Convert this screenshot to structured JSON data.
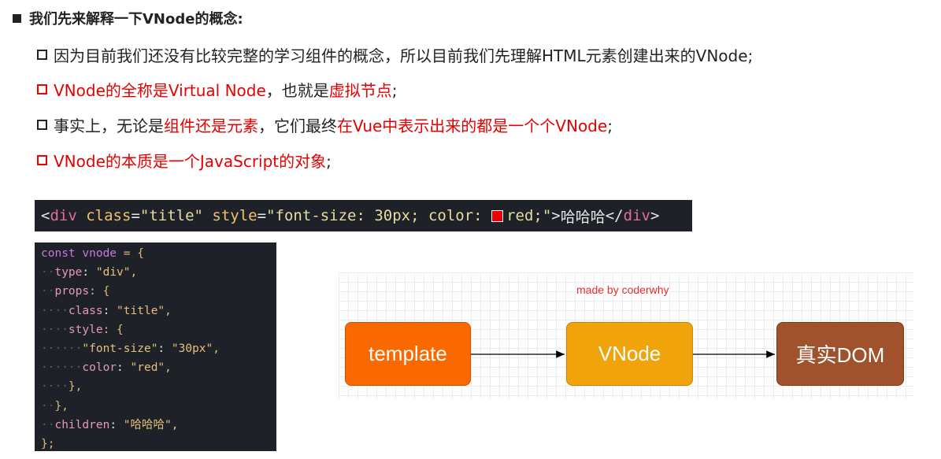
{
  "heading": "我们先来解释一下VNode的概念:",
  "bullets": {
    "b1": "因为目前我们还没有比较完整的学习组件的概念，所以目前我们先理解HTML元素创建出来的VNode;",
    "b2": {
      "p1": "VNode的全称是",
      "p2": "Virtual Node",
      "p3": "，也就是",
      "p4": "虚拟节点",
      "p5": ";"
    },
    "b3": {
      "p1": "事实上，无论是",
      "p2": "组件还是元素",
      "p3": "，它们最终",
      "p4": "在Vue中表示出来的都是一个个VNode",
      "p5": ";"
    },
    "b4": {
      "p1": "VNode的本质是一个JavaScript的对象",
      "p2": ";"
    }
  },
  "html_snippet": {
    "open": "<",
    "tag": "div",
    "sp1": " ",
    "attr1": "class",
    "eq1": "=",
    "val1": "\"title\"",
    "sp2": " ",
    "attr2": "style",
    "eq2": "=",
    "val2a": "\"font-size: 30px; color: ",
    "val2b": "red;\"",
    "gt": ">",
    "text": "哈哈哈",
    "close_open": "</",
    "close_tag": "div",
    "close_gt": ">"
  },
  "code_lines": [
    {
      "d": "",
      "a": "const vnode",
      "b": " = {",
      "c": ""
    },
    {
      "d": "··",
      "a": "type",
      "b": ": ",
      "c": "\"div\","
    },
    {
      "d": "··",
      "a": "props",
      "b": ": {",
      "c": ""
    },
    {
      "d": "····",
      "a": "class",
      "b": ": ",
      "c": "\"title\","
    },
    {
      "d": "····",
      "a": "style",
      "b": ": {",
      "c": ""
    },
    {
      "d": "······",
      "a": "\"font-size\"",
      "b": ": ",
      "c": "\"30px\","
    },
    {
      "d": "······",
      "a": "color",
      "b": ": ",
      "c": "\"red\","
    },
    {
      "d": "····",
      "a": "",
      "b": "},",
      "c": ""
    },
    {
      "d": "··",
      "a": "",
      "b": "},",
      "c": ""
    },
    {
      "d": "··",
      "a": "children",
      "b": ": ",
      "c": "\"哈哈哈\","
    },
    {
      "d": "",
      "a": "",
      "b": "};",
      "c": ""
    }
  ],
  "diagram": {
    "made_by": "made by coderwhy",
    "nodes": [
      "template",
      "VNode",
      "真实DOM"
    ],
    "colors": [
      "#fa6800",
      "#f0a30a",
      "#a0522d"
    ]
  }
}
